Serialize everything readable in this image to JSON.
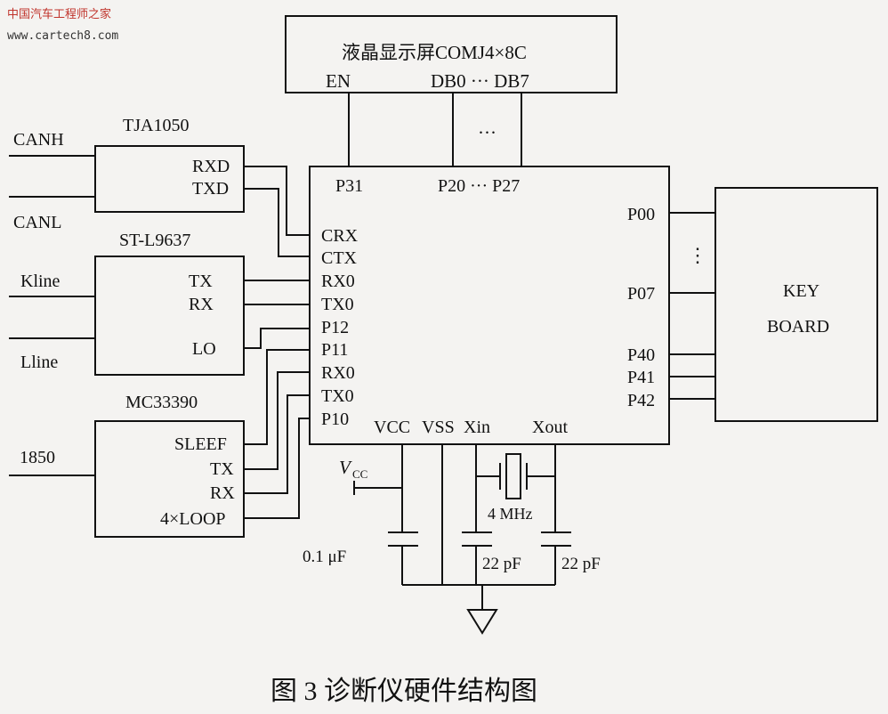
{
  "watermark": {
    "brand": "中国汽车工程师之家",
    "url": "www.cartech8.com"
  },
  "lcd": {
    "title": "液晶显示屏COMJ4×8C",
    "en": "EN",
    "db_range": "DB0 ··· DB7"
  },
  "mcu": {
    "top_pins": {
      "p31": "P31",
      "p20_27": "P20 ··· P27"
    },
    "left_pins": [
      "CRX",
      "CTX",
      "RX0",
      "TX0",
      "P12",
      "P11",
      "RX0",
      "TX0",
      "P10"
    ],
    "right_pins": [
      "P00",
      "P07",
      "P40",
      "P41",
      "P42"
    ],
    "bottom_pins": {
      "vcc": "VCC",
      "vss": "VSS",
      "xin": "Xin",
      "xout": "Xout"
    }
  },
  "tja1050": {
    "name": "TJA1050",
    "pins": [
      "RXD",
      "TXD"
    ],
    "bus": [
      "CANH",
      "CANL"
    ]
  },
  "st_l9637": {
    "name": "ST-L9637",
    "pins": [
      "TX",
      "RX",
      "LO"
    ],
    "bus": [
      "Kline",
      "Lline"
    ]
  },
  "mc33390": {
    "name": "MC33390",
    "pins": [
      "SLEEF",
      "TX",
      "RX",
      "4×LOOP"
    ],
    "bus": [
      "1850"
    ]
  },
  "keyboard": {
    "line1": "KEY",
    "line2": "BOARD"
  },
  "power": {
    "vcc_main": "V",
    "vcc_sub": "CC",
    "cap1": "0.1 μF",
    "cap2": "22 pF",
    "cap3": "22 pF",
    "crystal": "4 MHz"
  },
  "vdots": "⋮",
  "hdots": "···",
  "caption": "图 3   诊断仪硬件结构图"
}
